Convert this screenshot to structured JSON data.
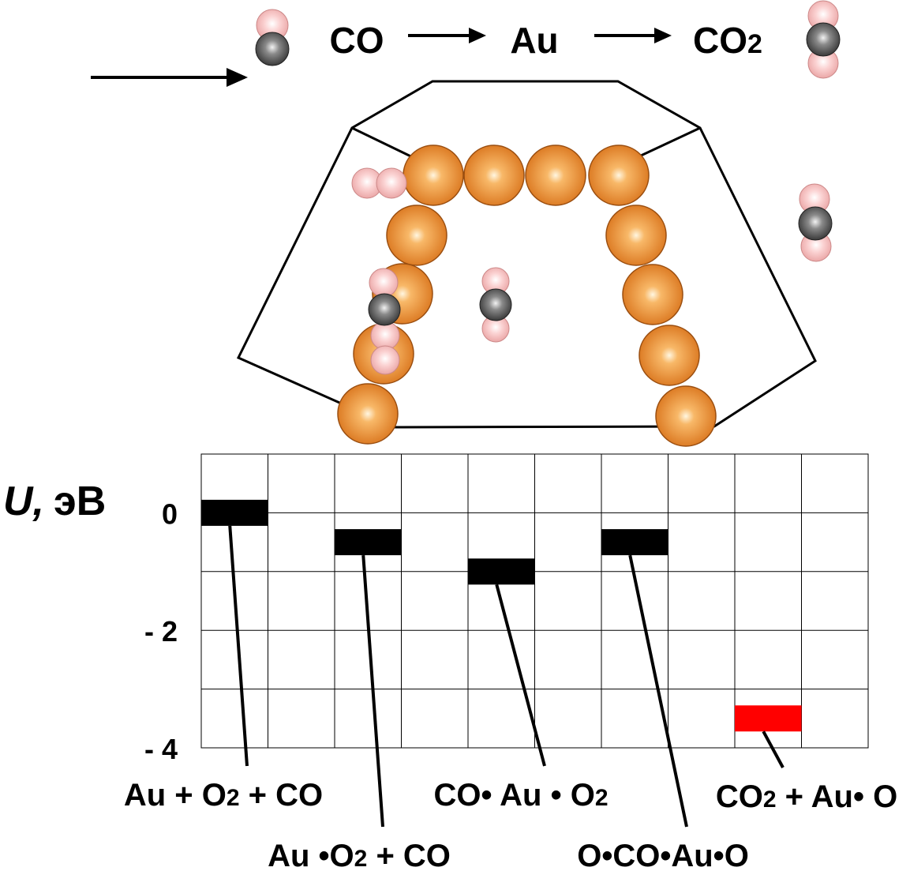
{
  "reaction": {
    "reactant": "CO",
    "catalyst": "Au",
    "product_main": "CO",
    "product_sub": "2"
  },
  "axis": {
    "symbol": "U,",
    "unit": "эВ",
    "ticks": [
      {
        "value": 0,
        "label": "0"
      },
      {
        "value": -2,
        "label": "- 2"
      },
      {
        "value": -4,
        "label": "- 4"
      }
    ]
  },
  "chart_data": {
    "type": "bar",
    "ylim": [
      -4,
      1
    ],
    "grid": true,
    "states": [
      {
        "slot": 0,
        "energy": 0.0,
        "color": "#000000",
        "label": [
          {
            "t": "Au"
          },
          {
            "t": " + "
          },
          {
            "t": "O"
          },
          {
            "t": "2",
            "sub": true
          },
          {
            "t": " + "
          },
          {
            "t": "CO"
          }
        ]
      },
      {
        "slot": 2,
        "energy": -0.5,
        "color": "#000000",
        "label": [
          {
            "t": "Au "
          },
          {
            "t": "•"
          },
          {
            "t": "O"
          },
          {
            "t": "2",
            "sub": true
          },
          {
            "t": " + "
          },
          {
            "t": "CO"
          }
        ]
      },
      {
        "slot": 4,
        "energy": -1.0,
        "color": "#000000",
        "label": [
          {
            "t": "CO"
          },
          {
            "t": "•"
          },
          {
            "t": " Au "
          },
          {
            "t": "•"
          },
          {
            "t": " O"
          },
          {
            "t": "2",
            "sub": true
          }
        ]
      },
      {
        "slot": 6,
        "energy": -0.5,
        "color": "#000000",
        "label": [
          {
            "t": "O"
          },
          {
            "t": "•"
          },
          {
            "t": "CO"
          },
          {
            "t": "•"
          },
          {
            "t": "Au"
          },
          {
            "t": "•"
          },
          {
            "t": "O"
          }
        ]
      },
      {
        "slot": 8,
        "energy": -3.5,
        "color": "#ff0000",
        "label": [
          {
            "t": "CO"
          },
          {
            "t": "2",
            "sub": true
          },
          {
            "t": " + "
          },
          {
            "t": "Au"
          },
          {
            "t": "•"
          },
          {
            "t": " O"
          }
        ]
      }
    ]
  },
  "colors": {
    "gold": "#e88a2a",
    "oxygen": "#f4b8b8",
    "carbon": "#555555",
    "highlight": "#ff0000"
  }
}
